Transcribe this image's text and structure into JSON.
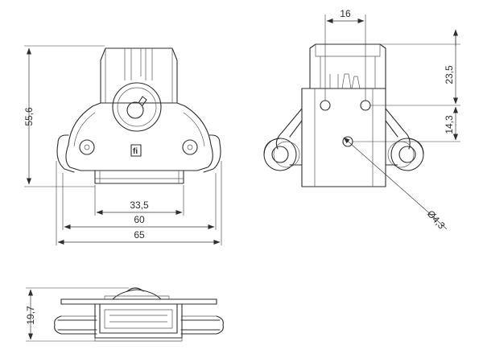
{
  "dimensions": {
    "height_front": "55,6",
    "width_inner": "33,5",
    "width_mid": "60",
    "width_overall": "65",
    "top_width_side": "16",
    "height_upper_side": "23,5",
    "height_lower_side": "14,3",
    "hole_diameter": "4,3",
    "height_bottom_view": "19,7"
  },
  "logo_mark": "fi",
  "colors": {
    "line": "#2e2e2e",
    "background": "#ffffff"
  }
}
